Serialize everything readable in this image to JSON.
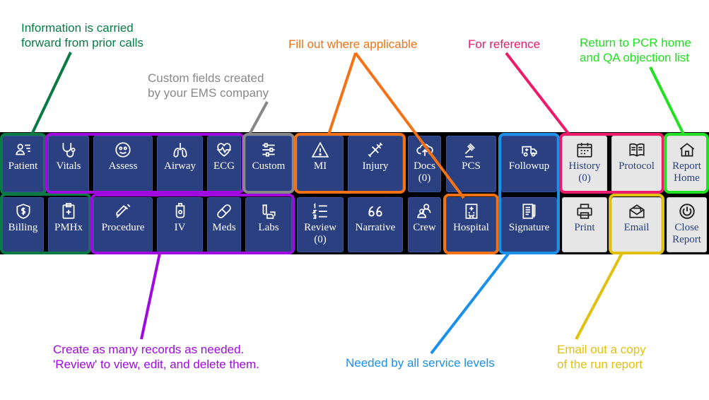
{
  "annotations": {
    "carried_forward": "Information is carried\nforward from prior calls",
    "custom_fields": "Custom fields created\nby your EMS company",
    "fill_out": "Fill out where applicable",
    "for_reference": "For reference",
    "return_home": "Return to PCR home\nand QA objection list",
    "create_records": "Create as many records as needed.\n'Review' to view, edit, and delete them.",
    "needed_all": "Needed by all service levels",
    "email_copy": "Email out a copy\nof the run report"
  },
  "buttons": {
    "patient": "Patient",
    "vitals": "Vitals",
    "assess": "Assess",
    "airway": "Airway",
    "ecg": "ECG",
    "custom": "Custom",
    "mi": "MI",
    "injury": "Injury",
    "docs": "Docs\n(0)",
    "pcs": "PCS",
    "followup": "Followup",
    "history": "History\n(0)",
    "protocol": "Protocol",
    "report_home": "Report\nHome",
    "billing": "Billing",
    "pmhx": "PMHx",
    "procedure": "Procedure",
    "iv": "IV",
    "meds": "Meds",
    "labs": "Labs",
    "review": "Review\n(0)",
    "narrative": "Narrative",
    "crew": "Crew",
    "hospital": "Hospital",
    "signature": "Signature",
    "print": "Print",
    "email": "Email",
    "close_report": "Close\nReport"
  },
  "colors": {
    "button_bg": "#2a4080",
    "toolbar_bg": "#000000",
    "green": "#0a7a45",
    "gray": "#888888",
    "orange": "#f47216",
    "pink": "#ee1a6a",
    "lime": "#22e022",
    "purple": "#a00ae0",
    "blue": "#1a90ea",
    "gold": "#e0c010"
  },
  "icons": {
    "patient": "person-card-icon",
    "vitals": "stethoscope-icon",
    "assess": "face-icon",
    "airway": "lungs-icon",
    "ecg": "heart-pulse-icon",
    "custom": "sliders-icon",
    "mi": "warning-triangle-icon",
    "injury": "bandage-icon",
    "docs": "cloud-upload-icon",
    "pcs": "gavel-icon",
    "followup": "ambulance-icon",
    "history": "calendar-icon",
    "protocol": "book-icon",
    "report_home": "home-icon",
    "billing": "shield-dollar-icon",
    "pmhx": "clipboard-plus-icon",
    "procedure": "syringe-icon",
    "iv": "iv-bag-icon",
    "meds": "pill-icon",
    "labs": "test-tube-hand-icon",
    "review": "numbered-list-icon",
    "narrative": "quote-icon",
    "crew": "people-icon",
    "hospital": "hospital-icon",
    "signature": "signature-doc-icon",
    "print": "printer-icon",
    "email": "envelope-icon",
    "close_report": "power-icon"
  }
}
